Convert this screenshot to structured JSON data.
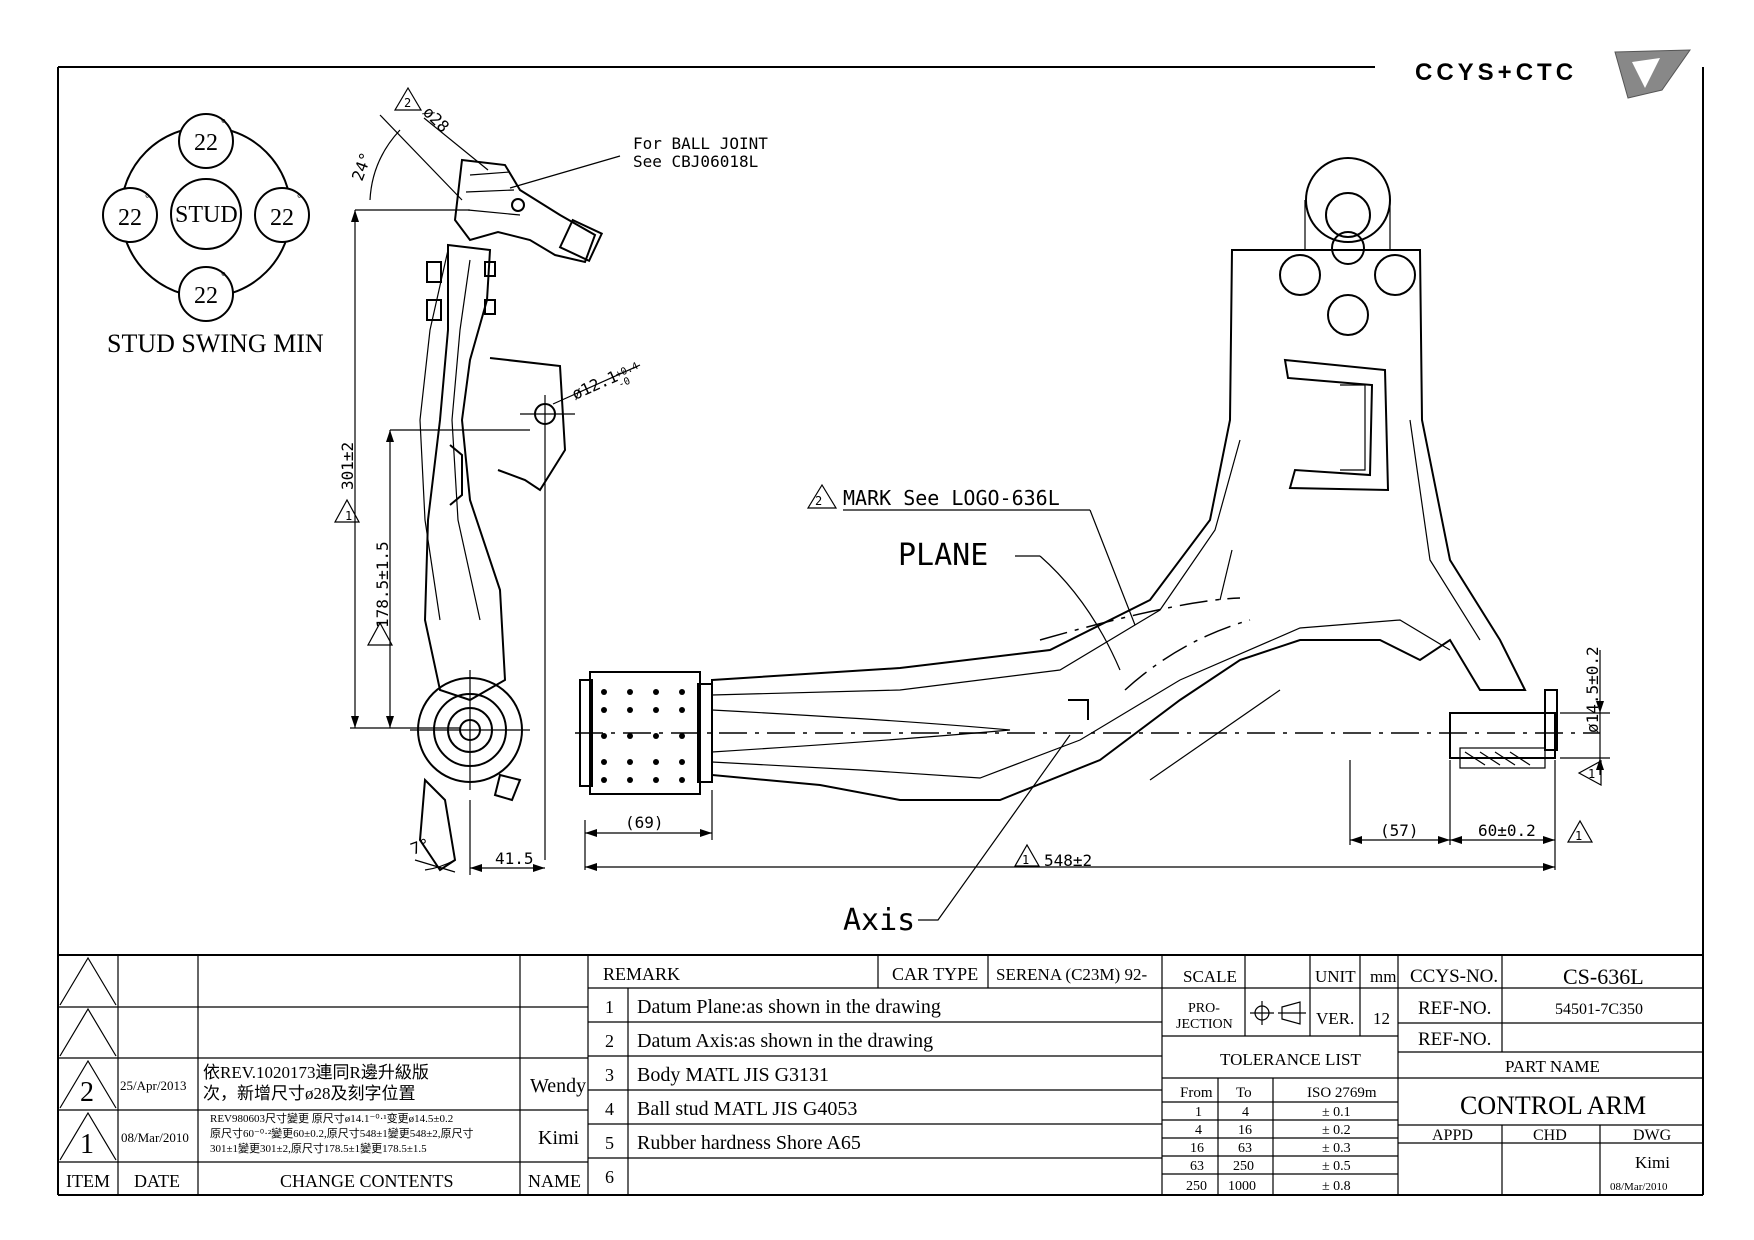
{
  "logo": {
    "text": "CCYS+CTC"
  },
  "stud_swing": {
    "angles": [
      "22",
      "22",
      "22",
      "22"
    ],
    "degree": "°",
    "center": "STUD",
    "caption": "STUD SWING MIN"
  },
  "callouts": {
    "ball_joint_1": "For BALL JOINT",
    "ball_joint_2": "See CBJ06018L",
    "dia28": "ø28",
    "rev2_a": "2",
    "angle24": "24°",
    "dia12": "ø12.1",
    "dia12_tol_up": "+0.4",
    "dia12_tol_dn": "-0",
    "dim301": "301±2",
    "dim178": "178.5±1.5",
    "angle7": "7°",
    "dim41": "41.5",
    "mark": "MARK See LOGO-636L",
    "plane": "PLANE",
    "axis": "Axis",
    "dim69": "(69)",
    "dim548": "548±2",
    "dim57": "(57)",
    "dim60": "60±0.2",
    "dim14": "ø14.5±0.2",
    "rev1": "1"
  },
  "revisions": [
    {
      "item": "",
      "date": "",
      "contents": "",
      "name": ""
    },
    {
      "item": "",
      "date": "",
      "contents": "",
      "name": ""
    },
    {
      "item": "2",
      "date": "25/Apr/2013",
      "contents": "依REV.1020173連同R邊升級版次，新增尺寸ø28及刻字位置",
      "name": "Wendy"
    },
    {
      "item": "1",
      "date": "08/Mar/2010",
      "contents_l1": "REV980603尺寸變更 原尺寸ø14.1⁻⁰·¹变更ø14.5±0.2",
      "contents_l2": "原尺寸60⁻⁰·²變更60±0.2,原尺寸548±1變更548±2,原尺寸",
      "contents_l3": "301±1變更301±2,原尺寸178.5±1變更178.5±1.5",
      "name": "Kimi"
    }
  ],
  "rev_headers": {
    "item": "ITEM",
    "date": "DATE",
    "contents": "CHANGE CONTENTS",
    "name": "NAME"
  },
  "remarks": {
    "header": "REMARK",
    "car_type_label": "CAR TYPE",
    "car_type_value": "SERENA (C23M) 92-",
    "items": [
      {
        "n": "1",
        "text": "Datum Plane:as shown in the drawing"
      },
      {
        "n": "2",
        "text": "Datum Axis:as shown in the drawing"
      },
      {
        "n": "3",
        "text": "Body MATL JIS G3131"
      },
      {
        "n": "4",
        "text": "Ball stud MATL JIS G4053"
      },
      {
        "n": "5",
        "text": "Rubber hardness Shore A65"
      },
      {
        "n": "6",
        "text": ""
      }
    ]
  },
  "meta": {
    "scale_label": "SCALE",
    "scale_value": "",
    "unit_label": "UNIT",
    "unit_value": "mm",
    "projection_label_1": "PRO-",
    "projection_label_2": "JECTION",
    "ver_label": "VER.",
    "ver_value": "12",
    "tolerance_title": "TOLERANCE LIST",
    "tol_headers": [
      "From",
      "To",
      "ISO 2769m"
    ],
    "tolerances": [
      [
        "1",
        "4",
        "± 0.1"
      ],
      [
        "4",
        "16",
        "± 0.2"
      ],
      [
        "16",
        "63",
        "± 0.3"
      ],
      [
        "63",
        "250",
        "± 0.5"
      ],
      [
        "250",
        "1000",
        "± 0.8"
      ]
    ]
  },
  "title_block": {
    "ccys_no_label": "CCYS-NO.",
    "ccys_no_value": "CS-636L",
    "ref_no_label_1": "REF-NO.",
    "ref_no_value_1": "54501-7C350",
    "ref_no_label_2": "REF-NO.",
    "ref_no_value_2": "",
    "part_name_label": "PART NAME",
    "part_name_value": "CONTROL ARM",
    "appd": "APPD",
    "chd": "CHD",
    "dwg": "DWG",
    "drawn_by": "Kimi",
    "drawn_date": "08/Mar/2010"
  }
}
